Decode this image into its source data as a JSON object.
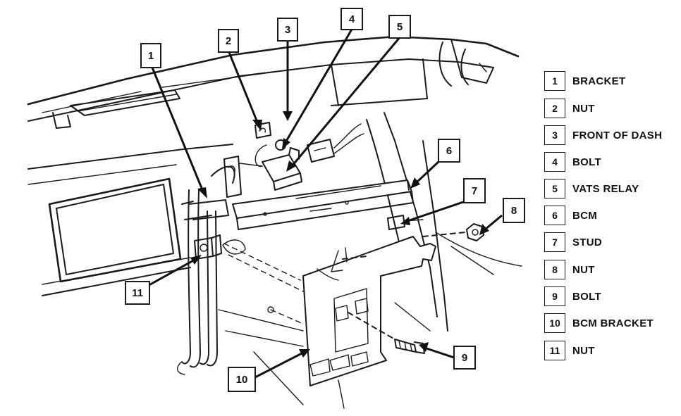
{
  "callouts": [
    "1",
    "2",
    "3",
    "4",
    "5",
    "6",
    "7",
    "8",
    "9",
    "10",
    "11"
  ],
  "legend": [
    {
      "num": "1",
      "label": "BRACKET"
    },
    {
      "num": "2",
      "label": "NUT"
    },
    {
      "num": "3",
      "label": "FRONT OF DASH"
    },
    {
      "num": "4",
      "label": "BOLT"
    },
    {
      "num": "5",
      "label": "VATS RELAY"
    },
    {
      "num": "6",
      "label": "BCM"
    },
    {
      "num": "7",
      "label": "STUD"
    },
    {
      "num": "8",
      "label": "NUT"
    },
    {
      "num": "9",
      "label": "BOLT"
    },
    {
      "num": "10",
      "label": "BCM BRACKET"
    },
    {
      "num": "11",
      "label": "NUT"
    }
  ]
}
